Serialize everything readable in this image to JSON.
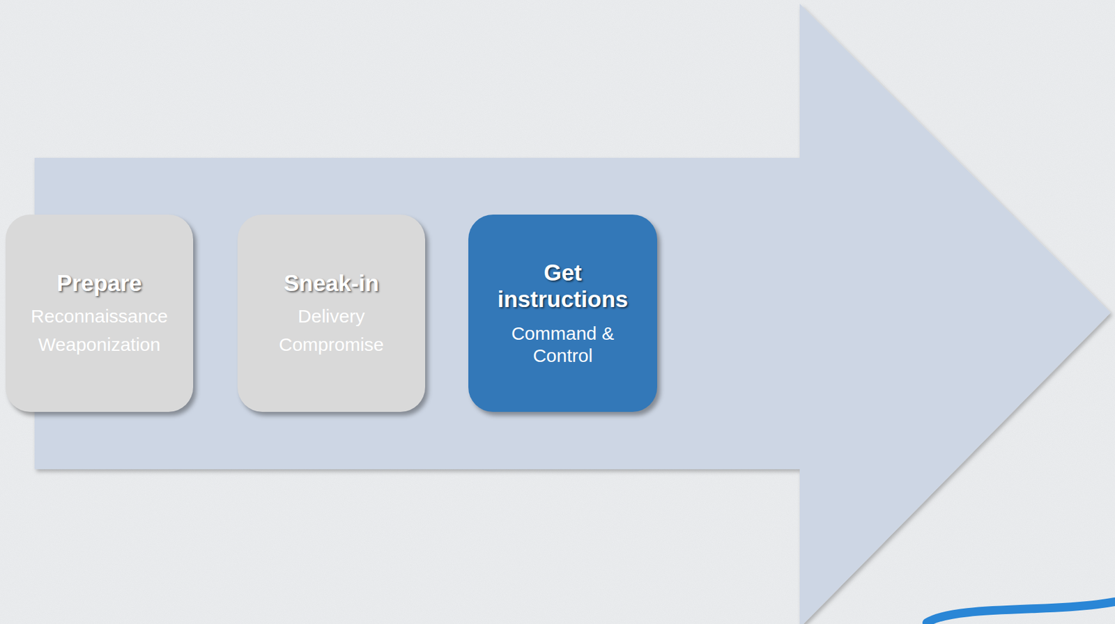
{
  "diagram": {
    "nodes": [
      {
        "text": [
          "Prepare",
          "Reconnaissance",
          "Weaponization"
        ]
      },
      {
        "text": [
          "Sneak-in",
          "Delivery",
          "Compromise"
        ]
      },
      {
        "text": [
          "Get instructions",
          "Command & Control"
        ]
      }
    ]
  }
}
